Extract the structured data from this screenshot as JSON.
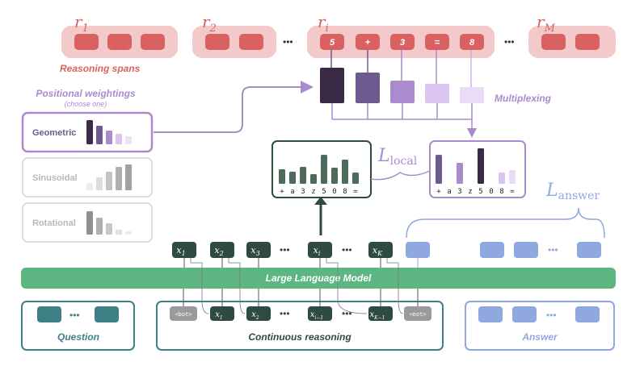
{
  "spans": {
    "labels": [
      "r",
      "r",
      "r",
      "r"
    ],
    "subscripts": [
      "1",
      "2",
      "i",
      "M"
    ],
    "ellipsis": "•••",
    "caption": "Reasoning spans",
    "ri_tokens": [
      "5",
      "+",
      "3",
      "=",
      "8"
    ]
  },
  "weightings": {
    "title": "Positional weightings",
    "subtitle": "(choose one)",
    "options": [
      "Geometric",
      "Sinusoidal",
      "Rotational"
    ],
    "selected": "Geometric"
  },
  "multiplexing": {
    "label": "Multiplexing"
  },
  "loss_local": {
    "symbol": "L",
    "subscript": "local"
  },
  "loss_answer": {
    "symbol": "L",
    "subscript": "answer"
  },
  "decoded_tokens": [
    "+",
    "a",
    "3",
    "z",
    "5",
    "0",
    "8",
    "="
  ],
  "target_tokens": [
    "+",
    "a",
    "3",
    "z",
    "5",
    "0",
    "8",
    "="
  ],
  "latent_row": {
    "tokens": [
      "x",
      "x",
      "x",
      "x",
      "x"
    ],
    "subs": [
      "1",
      "2",
      "3",
      "i",
      "K"
    ],
    "ellipsis": "•••"
  },
  "llm": {
    "label": "Large Language Model"
  },
  "input_row": {
    "bot": "<bot>",
    "eot": "<eot>",
    "tokens": [
      "x",
      "x",
      "x",
      "x"
    ],
    "subs": [
      "1",
      "2",
      "i−1",
      "K−1"
    ],
    "ellipsis": "•••"
  },
  "boxes": {
    "question": "Question",
    "continuous": "Continuous reasoning",
    "answer": "Answer"
  },
  "colors": {
    "span_fill": "#f3c9c9",
    "span_token": "#d96161",
    "purple_dark": "#3b2a45",
    "purple_mid": "#6e5a8e",
    "purple_light": "#a98bce",
    "purple_pale": "#d9c5ef",
    "purple_line": "#a98bce",
    "green_dark": "#2f4a3e",
    "green_llm": "#5db582",
    "teal": "#3f7f86",
    "blue": "#8fa8e0",
    "blue_line": "#8fa8e0"
  }
}
